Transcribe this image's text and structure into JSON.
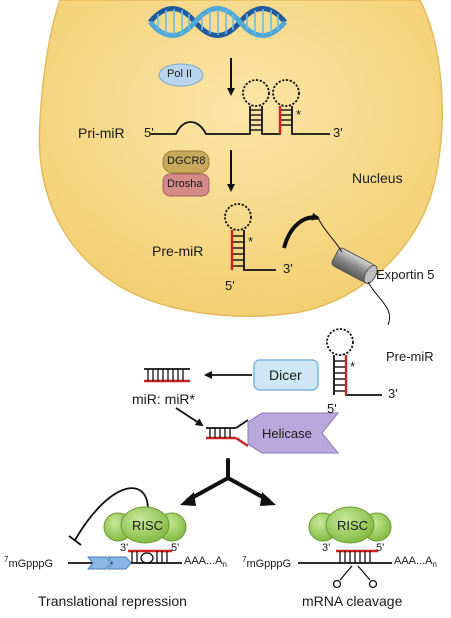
{
  "labels": {
    "pol2": "Pol II",
    "pri_mir": "Pri-miR",
    "five_prime": "5'",
    "three_prime": "3'",
    "dgcr8": "DGCR8",
    "drosha": "Drosha",
    "nucleus": "Nucleus",
    "pre_mir": "Pre-miR",
    "exportin": "Exportin 5",
    "dicer": "Dicer",
    "duplex": "miR: miR*",
    "helicase": "Helicase",
    "risc": "RISC",
    "star": "*",
    "cap_superscript": "7",
    "cap": "mGpppG",
    "polya": "AAA...A",
    "polya_sub": "n",
    "translational_repression": "Translational repression",
    "mrna_cleavage": "mRNA cleavage"
  },
  "colors": {
    "nucleus_fill": "#f7d98a",
    "nucleus_edge": "#e3bb5c",
    "dna_strand_a": "#1e5a9c",
    "dna_strand_b": "#4fa8d8",
    "pol2_fill": "#b9d4ef",
    "dgcr8_fill": "#c8a85a",
    "drosha_fill": "#d48a8a",
    "dicer_fill": "#cfe6f7",
    "helicase_fill": "#b8a8dc",
    "risc_fill": "#9ccc5c",
    "mirna_red": "#d32020",
    "exportin_fill": "#8a8a8a"
  }
}
